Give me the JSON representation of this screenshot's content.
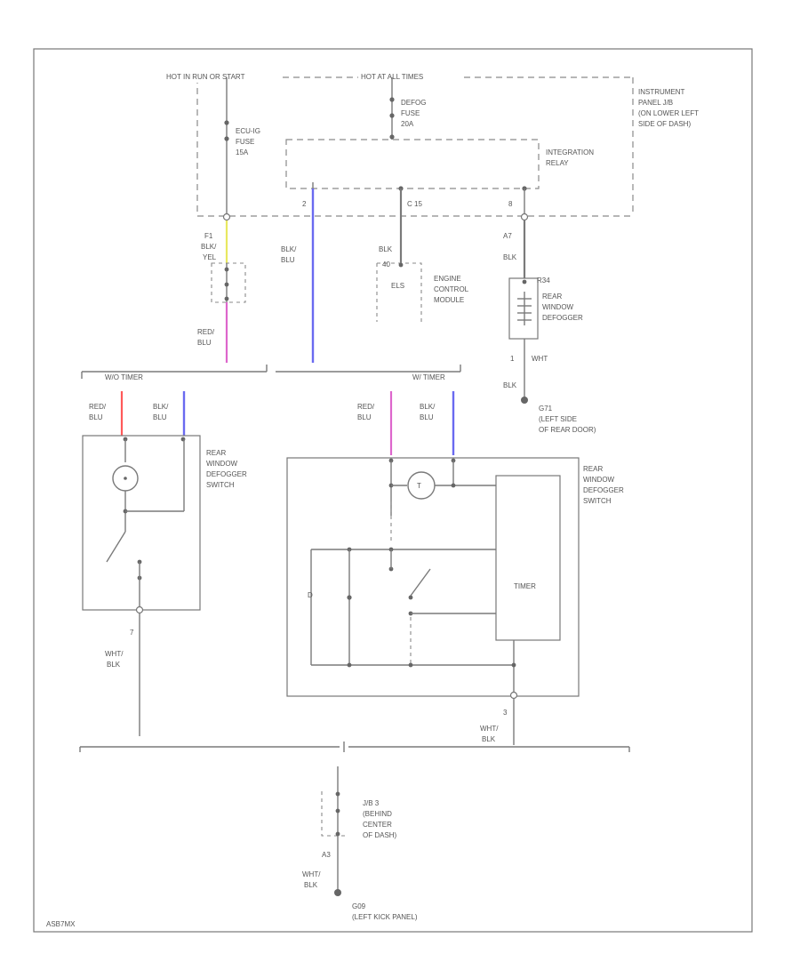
{
  "colors": {
    "red": "#ff5a5a",
    "blue": "#6a6af0",
    "pink": "#dd66cc",
    "yellow": "#e8e860"
  },
  "labels": {
    "hot_run": "HOT IN RUN OR START",
    "hot_all": "HOT AT ALL TIMES",
    "defog_fuse": [
      "DEFOG",
      "FUSE",
      "20A"
    ],
    "ecu_fuse": [
      "ECU-IG",
      "FUSE",
      "15A"
    ],
    "instrument_panel": [
      "INSTRUMENT",
      "PANEL J/B",
      "(ON LOWER LEFT",
      "SIDE OF DASH)"
    ],
    "integration_relay": [
      "INTEGRATION",
      "RELAY"
    ],
    "pin_2": "2",
    "pin_c15": "C 15",
    "pin_8": "8",
    "conn_f1": [
      "F1",
      "BLK/",
      "YEL"
    ],
    "blk_blu_mid": [
      "BLK/",
      "BLU"
    ],
    "blk_ecm": "BLK",
    "pin_ecm": "40",
    "ecm_elec": "ELS",
    "ecm_name": [
      "ENGINE",
      "CONTROL",
      "MODULE"
    ],
    "pin_a7": "A7",
    "blk_right": "BLK",
    "pin_r34": "R34",
    "rear_defogger": [
      "REAR",
      "WINDOW",
      "DEFOGGER"
    ],
    "pin_1": "1",
    "wht_right": "WHT",
    "blk_ground": "BLK",
    "ground_d": [
      "G71",
      "(LEFT SIDE",
      "OF REAR DOOR)"
    ],
    "red_blu_left": [
      "RED/",
      "BLU"
    ],
    "w_o_timer": "W/O TIMER",
    "w_timer": "W/ TIMER",
    "sw1_red": [
      "RED/",
      "BLU"
    ],
    "sw1_blk": [
      "BLK/",
      "BLU"
    ],
    "sw1_name": [
      "REAR",
      "WINDOW",
      "DEFOGGER",
      "SWITCH"
    ],
    "sw1_pin": "7",
    "sw1_wire": [
      "WHT/",
      "BLK"
    ],
    "sw2_red": [
      "RED/",
      "BLU"
    ],
    "sw2_blk": [
      "BLK/",
      "BLU"
    ],
    "sw2_name": [
      "REAR",
      "WINDOW",
      "DEFOGGER",
      "SWITCH"
    ],
    "timer": "TIMER",
    "sw2_pin": "3",
    "sw2_wire": [
      "WHT/",
      "BLK"
    ],
    "jb_label": [
      "J/B 3",
      "(BEHIND",
      "CENTER",
      "OF DASH)"
    ],
    "pin_a3": "A3",
    "bottom_wire": [
      "WHT/",
      "BLK"
    ],
    "ground_bottom": [
      "G09",
      "(LEFT KICK PANEL)"
    ],
    "diagram_code": "ASB7MX"
  }
}
